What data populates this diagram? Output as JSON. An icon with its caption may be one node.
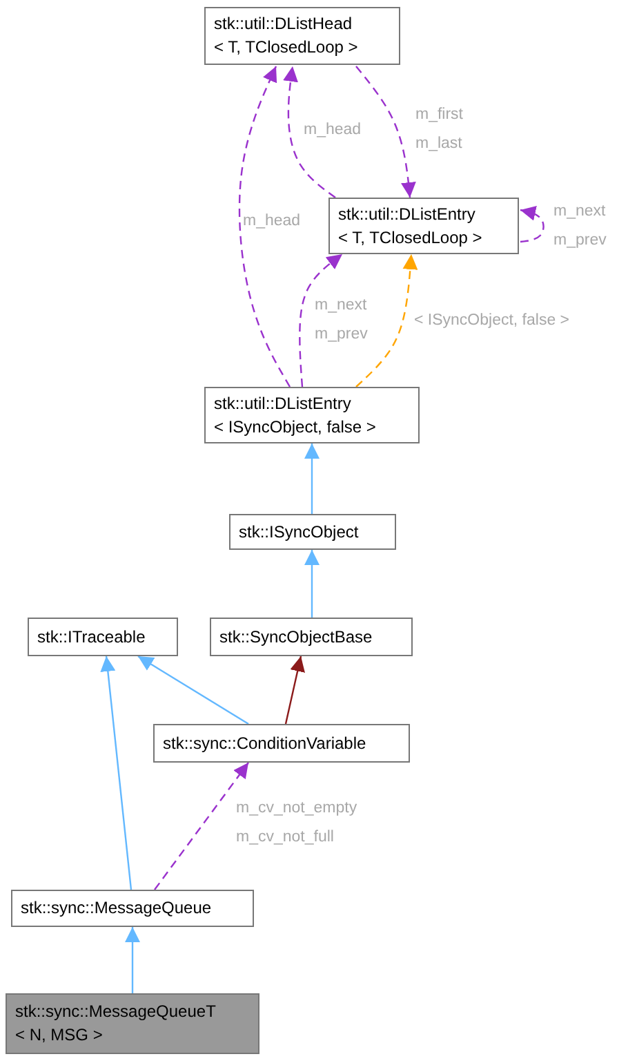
{
  "diagram": {
    "nodes": [
      {
        "text": [
          "stk::util::DListHead < T, TClosedLoop >"
        ]
      },
      {
        "text": [
          "stk::util::DListEntry < T, TClosedLoop >"
        ]
      },
      {
        "text": [
          "stk::util::DListEntry < ISyncObject, false >"
        ]
      },
      {
        "text": [
          "stk::ISyncObject"
        ]
      },
      {
        "text": [
          "stk::ITraceable"
        ]
      },
      {
        "text": [
          "stk::SyncObjectBase"
        ]
      },
      {
        "text": [
          "stk::sync::ConditionVariable"
        ]
      },
      {
        "text": [
          "stk::sync::MessageQueue"
        ]
      },
      {
        "text": [
          "stk::sync::MessageQueueT < N, MSG >"
        ]
      }
    ],
    "edges": [
      {
        "from": 1,
        "to": 0,
        "arrow": "to",
        "label": "m_head",
        "style": "dashed",
        "color": "#9a32cd"
      },
      {
        "from": 0,
        "to": 1,
        "arrow": "to",
        "label": "m_first m_last",
        "style": "dashed",
        "color": "#9a32cd"
      },
      {
        "from": 1,
        "to": 1,
        "arrow": "to",
        "label": "m_next m_prev",
        "style": "dashed",
        "color": "#9a32cd"
      },
      {
        "from": 2,
        "to": 0,
        "arrow": "to",
        "label": "m_head",
        "style": "dashed",
        "color": "#9a32cd"
      },
      {
        "from": 2,
        "to": 1,
        "arrow": "to",
        "label": "m_next m_prev",
        "style": "dashed",
        "color": "#9a32cd"
      },
      {
        "from": 2,
        "to": 1,
        "arrow": "to",
        "label": "< ISyncObject, false >",
        "style": "dashed",
        "color": "#ffa500"
      },
      {
        "from": 3,
        "to": 2,
        "arrow": "to",
        "color": "#63b8ff"
      },
      {
        "from": 5,
        "to": 3,
        "arrow": "to",
        "color": "#63b8ff"
      },
      {
        "from": 6,
        "to": 4,
        "arrow": "to",
        "color": "#63b8ff"
      },
      {
        "from": 6,
        "to": 5,
        "arrow": "to",
        "color": "#8b1a1a"
      },
      {
        "from": 7,
        "to": 6,
        "arrow": "to",
        "label": "m_cv_not_empty m_cv_not_full",
        "style": "dashed",
        "color": "#9a32cd"
      },
      {
        "from": 7,
        "to": 4,
        "arrow": "to",
        "color": "#63b8ff"
      },
      {
        "from": 8,
        "to": 7,
        "arrow": "to",
        "color": "#63b8ff"
      }
    ]
  }
}
